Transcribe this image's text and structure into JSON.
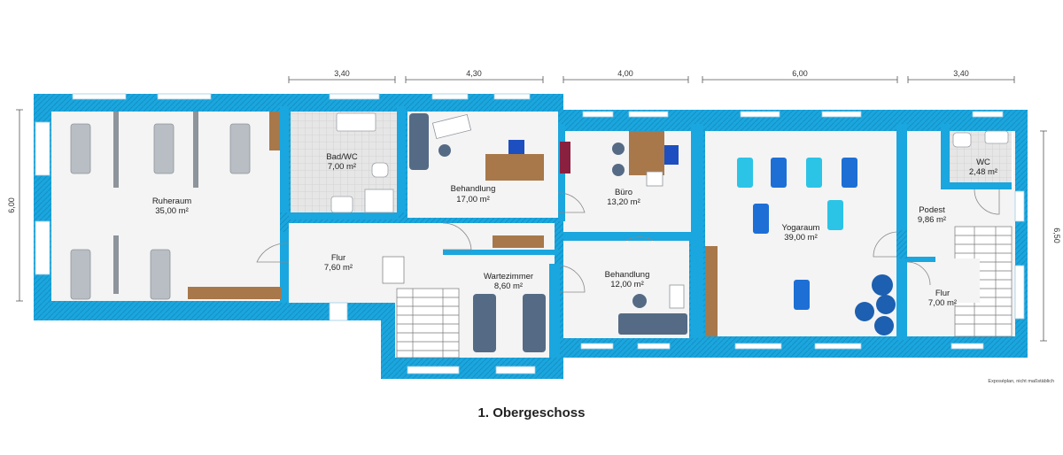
{
  "floor_title": "1. Obergeschoss",
  "note": "Exposéplan, nicht maßstäblich",
  "colors": {
    "wall": "#1aa6de",
    "floor": "#f4f4f4",
    "furniture": "#556b85",
    "wood": "#a8784a",
    "mat_dark": "#1d6fd6",
    "mat_light": "#2bc4e6",
    "tile": "#dcdcdc"
  },
  "dimensions": {
    "top": [
      "3,40",
      "4,30",
      "4,00",
      "6,00",
      "3,40"
    ],
    "left": "6,00",
    "right": "6,50"
  },
  "rooms": {
    "ruheraum": {
      "name": "Ruheraum",
      "area": "35,00 m²"
    },
    "bad_wc": {
      "name": "Bad/WC",
      "area": "7,00 m²"
    },
    "behandlung_1": {
      "name": "Behandlung",
      "area": "17,00 m²"
    },
    "buero": {
      "name": "Büro",
      "area": "13,20 m²"
    },
    "yogaraum": {
      "name": "Yogaraum",
      "area": "39,00 m²"
    },
    "wc": {
      "name": "WC",
      "area": "2,48 m²"
    },
    "podest": {
      "name": "Podest",
      "area": "9,86 m²"
    },
    "flur_1": {
      "name": "Flur",
      "area": "7,60 m²"
    },
    "wartezimmer": {
      "name": "Wartezimmer",
      "area": "8,60 m²"
    },
    "behandlung_2": {
      "name": "Behandlung",
      "area": "12,00 m²"
    },
    "flur_2": {
      "name": "Flur",
      "area": "7,00 m²"
    }
  }
}
